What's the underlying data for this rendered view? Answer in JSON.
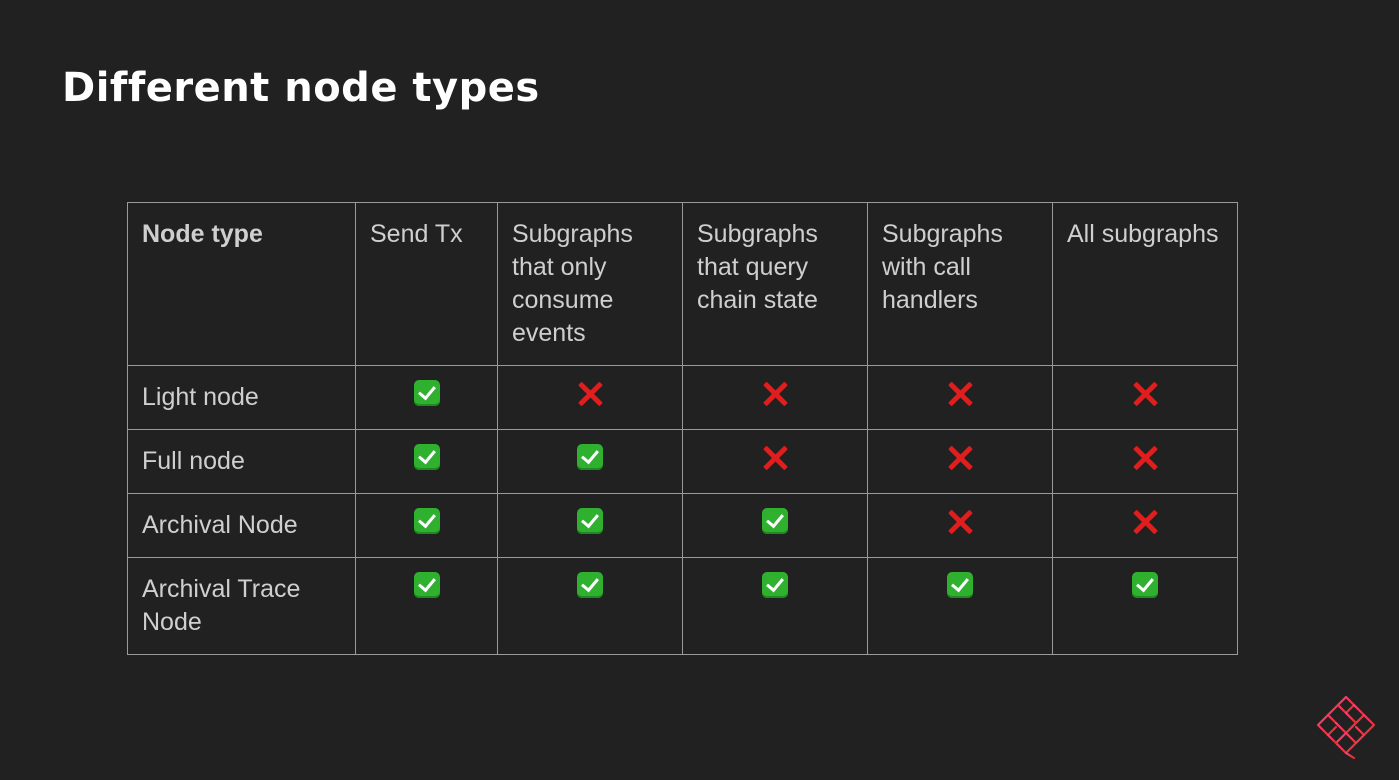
{
  "slide": {
    "title": "Different node types"
  },
  "table": {
    "headers": [
      "Node type",
      "Send Tx",
      "Subgraphs that only consume events",
      "Subgraphs that query chain state",
      "Subgraphs with call handlers",
      "All subgraphs"
    ],
    "rows": [
      {
        "label": "Light node",
        "values": [
          true,
          false,
          false,
          false,
          false
        ]
      },
      {
        "label": "Full node",
        "values": [
          true,
          true,
          false,
          false,
          false
        ]
      },
      {
        "label": "Archival Node",
        "values": [
          true,
          true,
          true,
          false,
          false
        ]
      },
      {
        "label": "Archival Trace Node",
        "values": [
          true,
          true,
          true,
          true,
          true
        ]
      }
    ],
    "mark_icons": {
      "true": "check-mark-icon",
      "false": "cross-mark-icon"
    },
    "colors": {
      "check": "#2fb12f",
      "cross": "#e01e1e",
      "background": "#212121",
      "border": "#9a9a9a",
      "text": "#cfcfcf"
    }
  },
  "logo": {
    "icon": "brand-logo-icon"
  }
}
